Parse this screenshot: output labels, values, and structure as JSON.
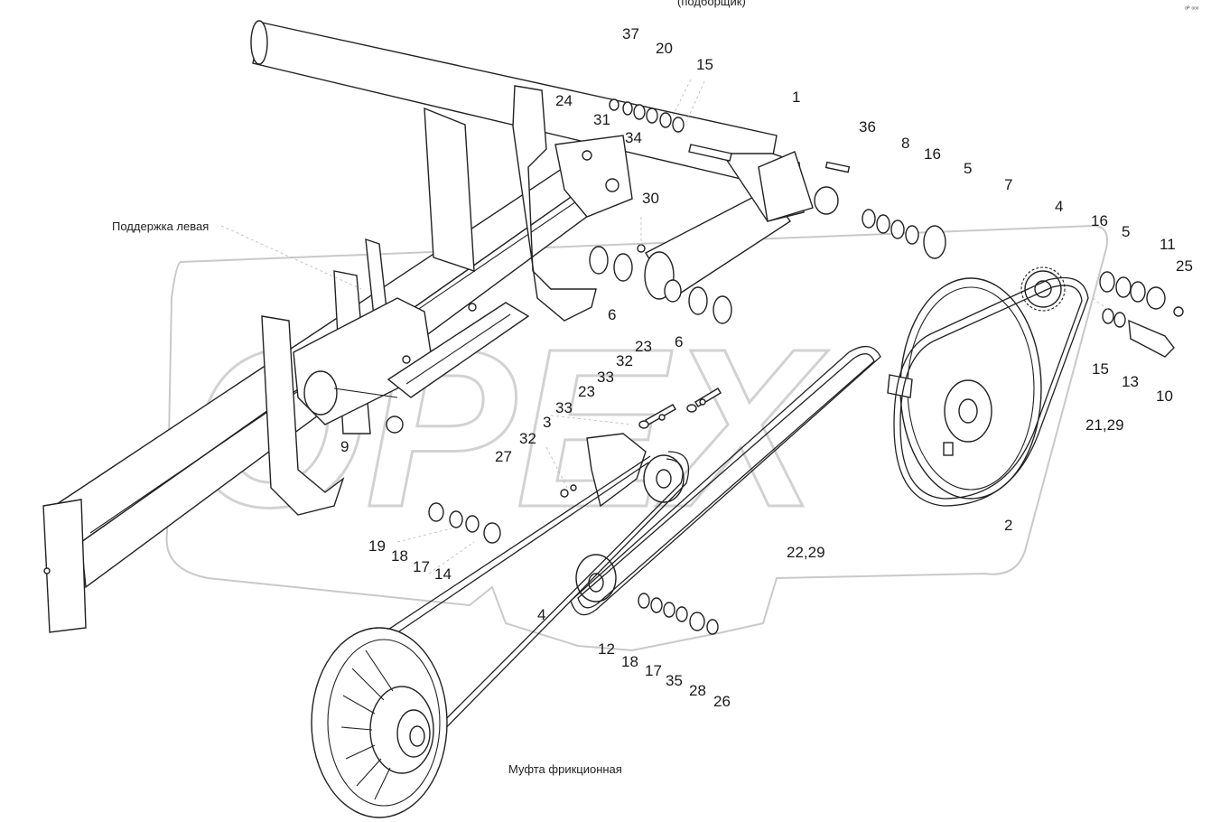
{
  "header": {
    "title": "(подборщик)"
  },
  "watermark": {
    "text": "OPEX"
  },
  "names": {
    "support_left": "Поддержка левая",
    "friction_clutch": "Муфта фрикционная"
  },
  "labels": {
    "l37": "37",
    "l20": "20",
    "l15a": "15",
    "l24": "24",
    "l31": "31",
    "l1": "1",
    "l34": "34",
    "l36": "36",
    "l8": "8",
    "l16a": "16",
    "l5a": "5",
    "l7": "7",
    "l30": "30",
    "l4a": "4",
    "l16b": "16",
    "l5b": "5",
    "l11": "11",
    "l25": "25",
    "l6a": "6",
    "l6b": "6",
    "l23a": "23",
    "l32a": "32",
    "l33a": "33",
    "l23b": "23",
    "l33b": "33",
    "l3": "3",
    "l32b": "32",
    "l15b": "15",
    "l13": "13",
    "l10": "10",
    "l2129": "21,29",
    "l27": "27",
    "l9": "9",
    "l2": "2",
    "l19": "19",
    "l18a": "18",
    "l17a": "17",
    "l14": "14",
    "l2229": "22,29",
    "l4b": "4",
    "l12": "12",
    "l18b": "18",
    "l17b": "17",
    "l35": "35",
    "l28": "28",
    "l26": "26"
  }
}
